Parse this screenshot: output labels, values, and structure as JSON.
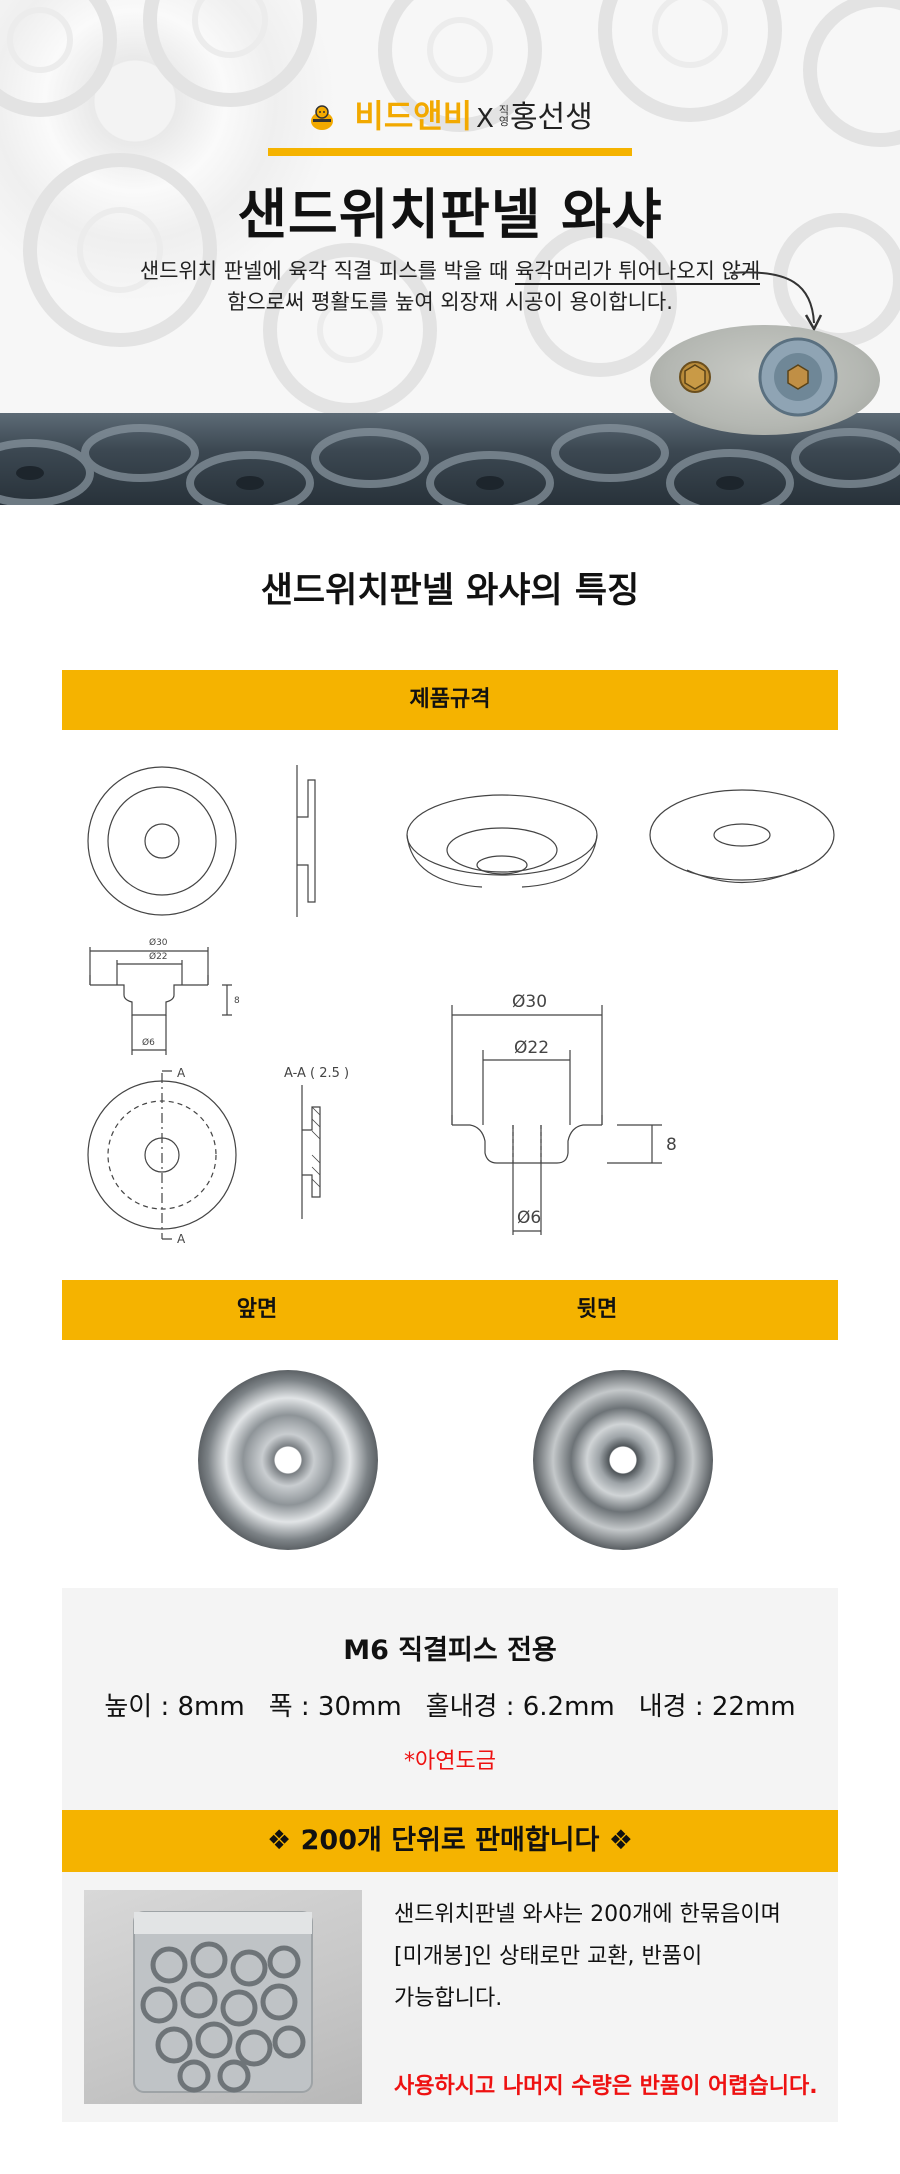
{
  "hero": {
    "brand_left": "비드앤비",
    "brand_x": "X",
    "brand_small": "직영",
    "brand_right": "홍선생",
    "title": "샌드위치판넬 와샤",
    "desc_line1_pre": "샌드위치 판넬에 육각 직결 피스를 박을 때 ",
    "desc_line1_ul": "육각머리가 튀어나오지 않게",
    "desc_line2": "함으로써 평활도를 높여 외장재 시공이 용이합니다."
  },
  "features": {
    "title": "샌드위치판넬 와샤의 특징",
    "spec_header": "제품규격",
    "front_label": "앞면",
    "back_label": "뒷면"
  },
  "drawing_labels": {
    "d30": "Ø30",
    "d22": "Ø22",
    "d6": "Ø6",
    "h8": "8",
    "section_a": "A",
    "section_title": "A-A ( 2.5 )"
  },
  "spec": {
    "line1": "M6 직결피스 전용",
    "height": "높이 : 8mm",
    "width": "폭 : 30mm",
    "hole": "홀내경 : 6.2mm",
    "inner": "내경 : 22mm",
    "material": "*아연도금"
  },
  "sale": {
    "header": "❖ 200개 단위로 판매합니다 ❖",
    "line1": "샌드위치판넬 와샤는 200개에 한묶음이며",
    "line2": "[미개봉]인 상태로만 교환, 반품이",
    "line3": "가능합니다.",
    "warning": "사용하시고 나머지 수량은 반품이 어렵습니다."
  },
  "colors": {
    "accent": "#f5b300",
    "warning": "#e11111",
    "panel": "#f4f4f4"
  }
}
